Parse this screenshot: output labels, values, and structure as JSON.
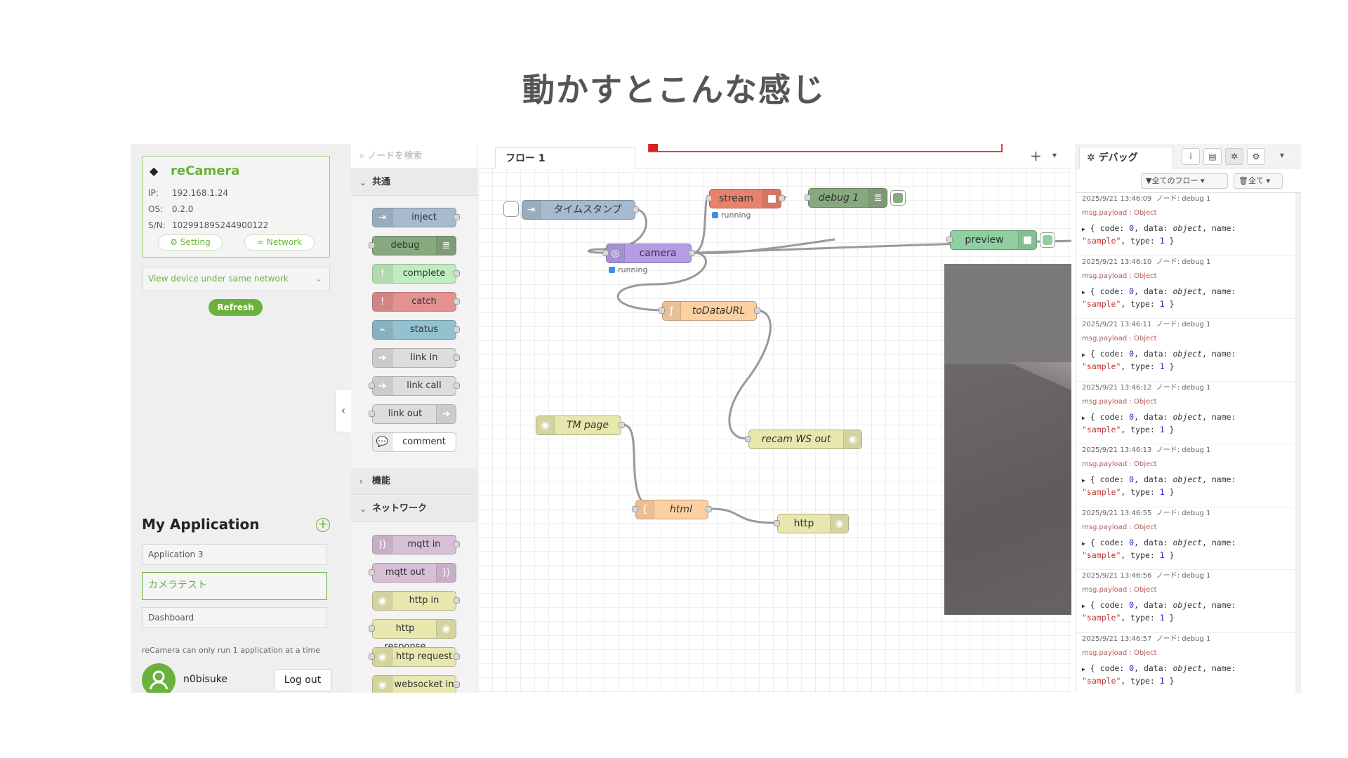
{
  "slide_title": "動かすとこんな感じ",
  "device": {
    "name": "reCamera",
    "ip_label": "IP:",
    "ip": "192.168.1.24",
    "os_label": "OS:",
    "os": "0.2.0",
    "sn_label": "S/N:",
    "sn": "102991895244900122",
    "setting_label": "Setting",
    "network_label": "Network"
  },
  "network_select": "View device under same network",
  "refresh_label": "Refresh",
  "my_application": {
    "title": "My Application",
    "apps": [
      "Application 3",
      "カメラテスト",
      "Dashboard"
    ],
    "active_index": 1,
    "note": "reCamera can only run 1 application at a time"
  },
  "user": {
    "name": "n0bisuke",
    "logout_label": "Log out"
  },
  "palette": {
    "search_placeholder": "ノードを検索",
    "categories": {
      "common": "共通",
      "function": "機能",
      "network": "ネットワーク"
    },
    "common_nodes": [
      "inject",
      "debug",
      "complete",
      "catch",
      "status",
      "link in",
      "link call",
      "link out",
      "comment"
    ],
    "network_nodes": [
      "mqtt in",
      "mqtt out",
      "http in",
      "http response",
      "http request",
      "websocket in"
    ]
  },
  "workspace": {
    "tab_label": "フロー 1",
    "nodes": {
      "timestamp": "タイムスタンプ",
      "camera": "camera",
      "stream": "stream",
      "debug1": "debug 1",
      "preview": "preview",
      "todataurl": "toDataURL",
      "tm_page": "TM page",
      "recam_ws_out": "recam WS out",
      "html": "html",
      "http": "http"
    },
    "status_running": "running"
  },
  "debug_panel": {
    "tab_label": "デバッグ",
    "filter_label": "全てのフロー",
    "clear_label": "全て",
    "messages": [
      {
        "time": "2025/9/21 13:46:09",
        "node": "ノード: debug 1"
      },
      {
        "time": "2025/9/21 13:46:10",
        "node": "ノード: debug 1"
      },
      {
        "time": "2025/9/21 13:46:11",
        "node": "ノード: debug 1"
      },
      {
        "time": "2025/9/21 13:46:12",
        "node": "ノード: debug 1"
      },
      {
        "time": "2025/9/21 13:46:13",
        "node": "ノード: debug 1"
      },
      {
        "time": "2025/9/21 13:46:55",
        "node": "ノード: debug 1"
      },
      {
        "time": "2025/9/21 13:46:56",
        "node": "ノード: debug 1"
      },
      {
        "time": "2025/9/21 13:46:57",
        "node": "ノード: debug 1"
      }
    ],
    "topic": "msg.payload : Object",
    "body_line1_prefix": "{ code: ",
    "body_code": "0",
    "body_mid": ", data: ",
    "body_data": "object",
    "body_name": ", name:",
    "body_str": "\"sample\"",
    "body_type": ", type: ",
    "body_type_val": "1",
    "body_end": " }"
  },
  "colors": {
    "accent": "#6ab23b",
    "inject": "#a6bbcf",
    "debug": "#87a980",
    "complete": "#c0edc0",
    "catch": "#e49191",
    "status": "#94c1d0",
    "link": "#dddddd",
    "comment": "#ffffff",
    "mqtt": "#d8bfd8",
    "http": "#e7e7ae",
    "camera": "#b69ce6",
    "stream": "#e9826b",
    "function": "#fdd0a2",
    "preview": "#8fcfa1"
  }
}
